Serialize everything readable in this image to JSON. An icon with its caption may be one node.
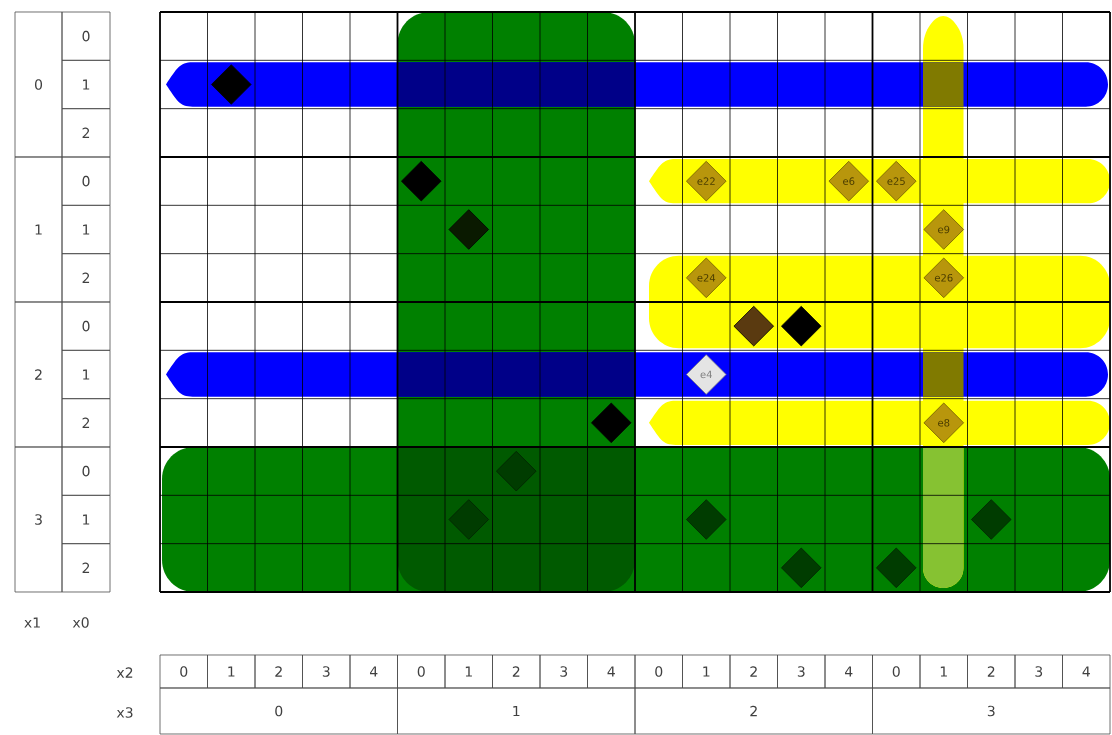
{
  "diagram": {
    "nodes": [
      {
        "text": [],
        "shape": "diamond"
      },
      {
        "text": [],
        "shape": "diamond"
      },
      {
        "text": [
          "e22"
        ]
      },
      {
        "text": [
          "e6"
        ]
      },
      {
        "text": [
          "e25"
        ]
      },
      {
        "text": [],
        "shape": "diamond"
      },
      {
        "text": [
          "e9"
        ]
      },
      {
        "text": [
          "e24"
        ]
      },
      {
        "text": [
          "e26"
        ]
      },
      {
        "text": [],
        "shape": "diamond"
      },
      {
        "text": [],
        "shape": "diamond"
      },
      {
        "text": [
          "e4"
        ]
      },
      {
        "text": [],
        "shape": "diamond"
      },
      {
        "text": [
          "e8"
        ]
      },
      {
        "text": [],
        "shape": "diamond"
      },
      {
        "text": [],
        "shape": "diamond"
      },
      {
        "text": [],
        "shape": "diamond"
      },
      {
        "text": [],
        "shape": "diamond"
      },
      {
        "text": [],
        "shape": "diamond"
      },
      {
        "text": [],
        "shape": "diamond"
      }
    ],
    "labels": [
      "0",
      "0",
      "1",
      "2",
      "1",
      "0",
      "1",
      "2",
      "2",
      "0",
      "1",
      "2",
      "3",
      "0",
      "1",
      "2",
      "x1",
      "x0",
      "x2",
      "0",
      "1",
      "2",
      "3",
      "4",
      "0",
      "1",
      "2",
      "3",
      "4",
      "0",
      "1",
      "2",
      "3",
      "4",
      "0",
      "1",
      "2",
      "3",
      "4",
      "x3",
      "0",
      "1",
      "2",
      "3"
    ]
  }
}
